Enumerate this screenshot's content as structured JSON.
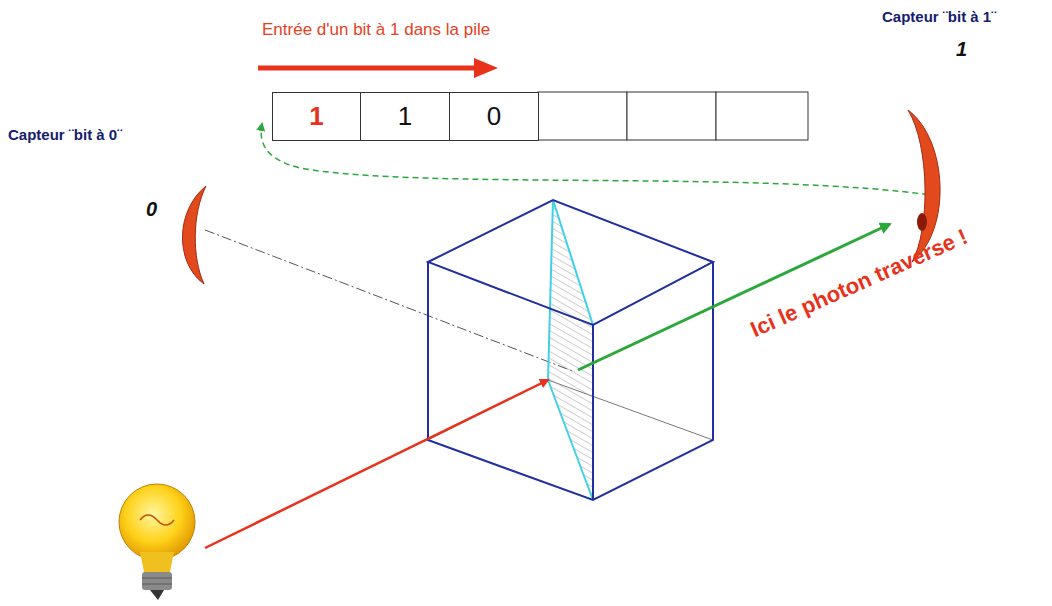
{
  "diagram": {
    "title": "Entrée d'un bit à 1 dans la pile",
    "nodes": [
      {
        "text": [
          "1"
        ]
      },
      {
        "text": [
          "1"
        ]
      },
      {
        "text": [
          "0"
        ]
      }
    ],
    "labels": [
      "Capteur ¨bit à 0¨",
      "0",
      "Capteur ¨bit à 1¨",
      "1",
      "Ici le photon traverse !"
    ]
  }
}
